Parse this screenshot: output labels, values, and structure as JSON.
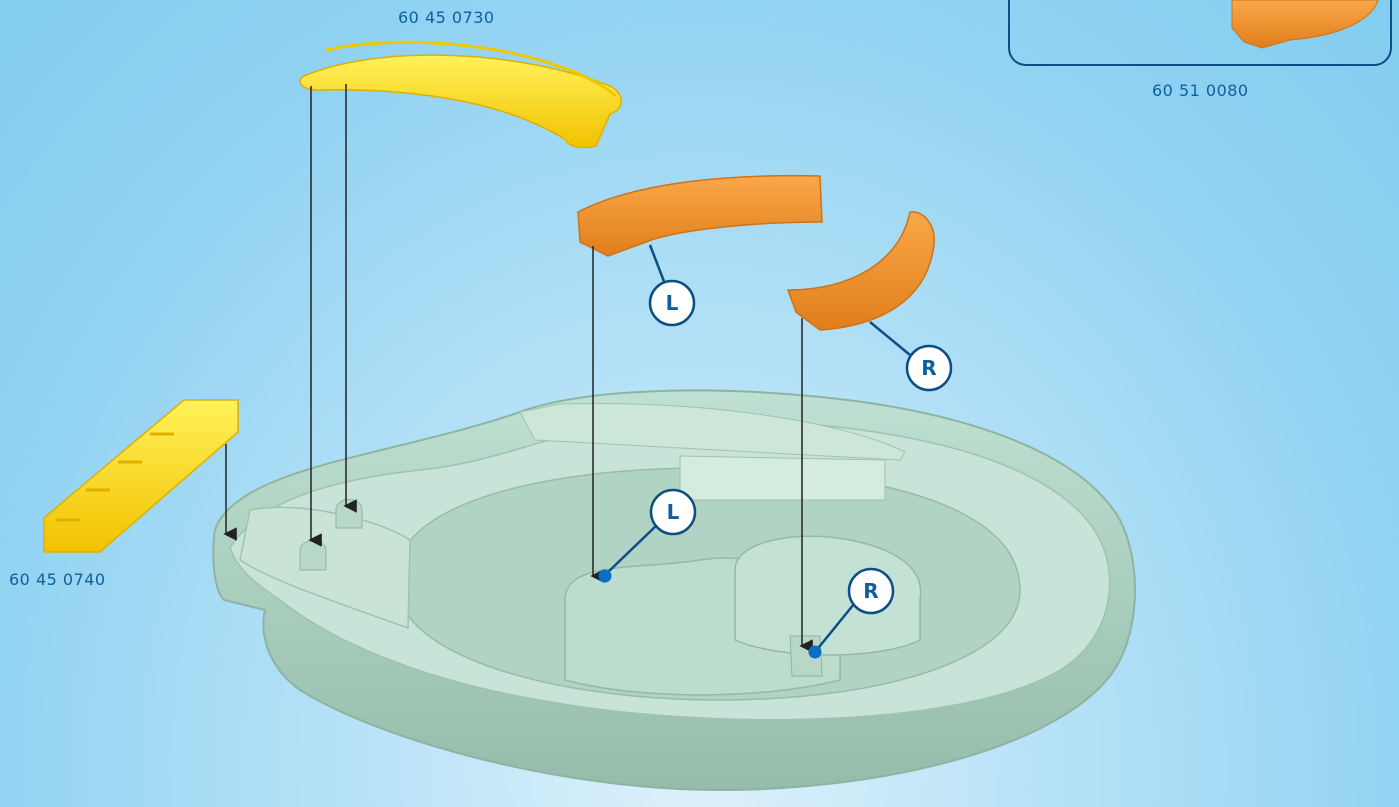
{
  "labels": {
    "top_arch_part": "60 45 0730",
    "ladder_part": "60 45 0740",
    "inset_part": "60 51 0080"
  },
  "callouts": {
    "left": "L",
    "right": "R"
  },
  "colors": {
    "background": "#8fd2f2",
    "pool": "#b3d6c7",
    "yellow_part": "#ffe01a",
    "orange_part": "#f5962e",
    "label_text": "#0f5f9e",
    "callout_line": "#0d4e85",
    "callout_dot": "#0a6fc2"
  }
}
